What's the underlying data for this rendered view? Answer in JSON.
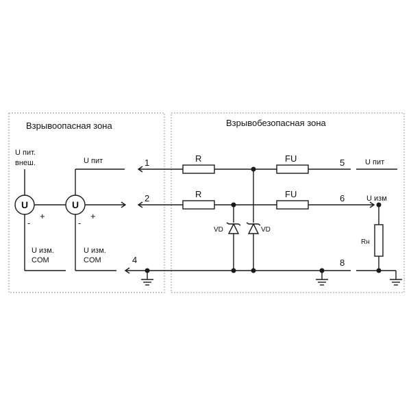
{
  "zones": {
    "hazardous": "Взрывоопасная зона",
    "safe": "Взрывобезопасная зона"
  },
  "left": {
    "upit_ext_line1": "U пит.",
    "upit_ext_line2": "внеш.",
    "upit": "U пит",
    "source_symbol": "U",
    "plus": "+",
    "minus": "-",
    "uizm1_line1": "U изм.",
    "uizm1_line2": "COM",
    "uizm2_line1": "U изм.",
    "uizm2_line2": "COM"
  },
  "terminals": {
    "t1": "1",
    "t2": "2",
    "t4": "4",
    "t5": "5",
    "t6": "6",
    "t8": "8"
  },
  "components": {
    "r1": "R",
    "r2": "R",
    "fu1": "FU",
    "fu2": "FU",
    "vd1": "VD",
    "vd2": "VD",
    "rn": "Rн"
  },
  "right": {
    "upit": "U пит",
    "uizm": "U изм"
  }
}
